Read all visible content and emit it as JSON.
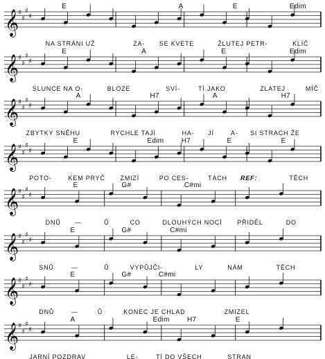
{
  "song": {
    "clef": "treble",
    "key_signature": "E major (4 sharps)",
    "systems": [
      {
        "chords": [
          {
            "label": "E",
            "bar": 0.1
          },
          {
            "label": "A",
            "bar": 0.51
          },
          {
            "label": "E",
            "bar": 0.7
          },
          {
            "label": "Edim",
            "bar": 0.9
          }
        ],
        "lyrics": [
          {
            "text": "NA STRÁNI UŽ",
            "pos": 0.14
          },
          {
            "text": "ZA-",
            "pos": 0.41
          },
          {
            "text": "SE KVETE",
            "pos": 0.49
          },
          {
            "text": "ŽLUTEJ PETR-",
            "pos": 0.67
          },
          {
            "text": "KLÍČ",
            "pos": 0.9
          }
        ]
      },
      {
        "chords": [
          {
            "label": "E",
            "bar": 0.1
          },
          {
            "label": "A",
            "bar": 0.38
          },
          {
            "label": "E",
            "bar": 0.66
          },
          {
            "label": "Edim",
            "bar": 0.9
          }
        ],
        "lyrics": [
          {
            "text": "SLUNCE NA O-",
            "pos": 0.1
          },
          {
            "text": "BLOZE",
            "pos": 0.33
          },
          {
            "text": "SVÍ-",
            "pos": 0.51
          },
          {
            "text": "TÍ JAKO",
            "pos": 0.61
          },
          {
            "text": "ZLATEJ",
            "pos": 0.8
          },
          {
            "text": "MÍČ",
            "pos": 0.94
          }
        ]
      },
      {
        "chords": [
          {
            "label": "A",
            "bar": 0.15
          },
          {
            "label": "H7",
            "bar": 0.41
          },
          {
            "label": "A",
            "bar": 0.63
          },
          {
            "label": "H7",
            "bar": 0.87
          }
        ],
        "lyrics": [
          {
            "text": "ZBYTKY SNĚHU",
            "pos": 0.08
          },
          {
            "text": "RYCHLE TAJÍ",
            "pos": 0.34
          },
          {
            "text": "HA-",
            "pos": 0.56
          },
          {
            "text": "JÍ",
            "pos": 0.64
          },
          {
            "text": "A-",
            "pos": 0.71
          },
          {
            "text": "SI STRACH ŽE",
            "pos": 0.77
          }
        ]
      },
      {
        "chords": [
          {
            "label": "E",
            "bar": 0.14
          },
          {
            "label": "Edim",
            "bar": 0.4
          },
          {
            "label": "H7",
            "bar": 0.52
          },
          {
            "label": "E",
            "bar": 0.68
          },
          {
            "label": "E",
            "bar": 0.87
          }
        ],
        "lyrics": [
          {
            "text": "POTO-",
            "pos": 0.09
          },
          {
            "text": "KEM PRYČ",
            "pos": 0.21
          },
          {
            "text": "ZMIZÍ",
            "pos": 0.37
          },
          {
            "text": "PO CES-",
            "pos": 0.49
          },
          {
            "text": "TÁCH",
            "pos": 0.64
          },
          {
            "text": "TĚCH",
            "pos": 0.89
          }
        ],
        "refrain_label": "REF:"
      },
      {
        "chords": [
          {
            "label": "E",
            "bar": 0.14
          },
          {
            "label": "G#",
            "bar": 0.31
          },
          {
            "label": "C#mi",
            "bar": 0.53
          }
        ],
        "lyrics": [
          {
            "text": "DNŮ",
            "pos": 0.14
          },
          {
            "text": "—",
            "pos": 0.23
          },
          {
            "text": "Ů",
            "pos": 0.32
          },
          {
            "text": "CO",
            "pos": 0.4
          },
          {
            "text": "DLOUHÝCH NOCÍ",
            "pos": 0.5
          },
          {
            "text": "PŘIDĚL",
            "pos": 0.73
          },
          {
            "text": "DO",
            "pos": 0.88
          }
        ]
      },
      {
        "chords": [
          {
            "label": "E",
            "bar": 0.13
          },
          {
            "label": "G#",
            "bar": 0.31
          },
          {
            "label": "C#mi",
            "bar": 0.48
          }
        ],
        "lyrics": [
          {
            "text": "SNŮ",
            "pos": 0.12
          },
          {
            "text": "—",
            "pos": 0.22
          },
          {
            "text": "Ů",
            "pos": 0.32
          },
          {
            "text": "VYPŮJČI-",
            "pos": 0.4
          },
          {
            "text": "LY",
            "pos": 0.6
          },
          {
            "text": "NÁM",
            "pos": 0.7
          },
          {
            "text": "TĚCH",
            "pos": 0.85
          }
        ]
      },
      {
        "chords": [
          {
            "label": "E",
            "bar": 0.13
          },
          {
            "label": "G#",
            "bar": 0.31
          },
          {
            "label": "C#mi",
            "bar": 0.44
          }
        ],
        "lyrics": [
          {
            "text": "DNŮ",
            "pos": 0.12
          },
          {
            "text": "—",
            "pos": 0.22
          },
          {
            "text": "Ů",
            "pos": 0.3
          },
          {
            "text": "KONEC JE CHLAD",
            "pos": 0.38
          },
          {
            "text": "ZMIZEL",
            "pos": 0.69
          }
        ]
      },
      {
        "chords": [
          {
            "label": "A",
            "bar": 0.13
          },
          {
            "label": "Edim",
            "bar": 0.42
          },
          {
            "label": "H7",
            "bar": 0.54
          },
          {
            "label": "E",
            "bar": 0.71
          }
        ],
        "lyrics": [
          {
            "text": "JARNÍ POZDRAV",
            "pos": 0.09
          },
          {
            "text": "LE-",
            "pos": 0.39
          },
          {
            "text": "TÍ DO VŠECH",
            "pos": 0.48
          },
          {
            "text": "STRAN",
            "pos": 0.7
          }
        ]
      }
    ]
  }
}
